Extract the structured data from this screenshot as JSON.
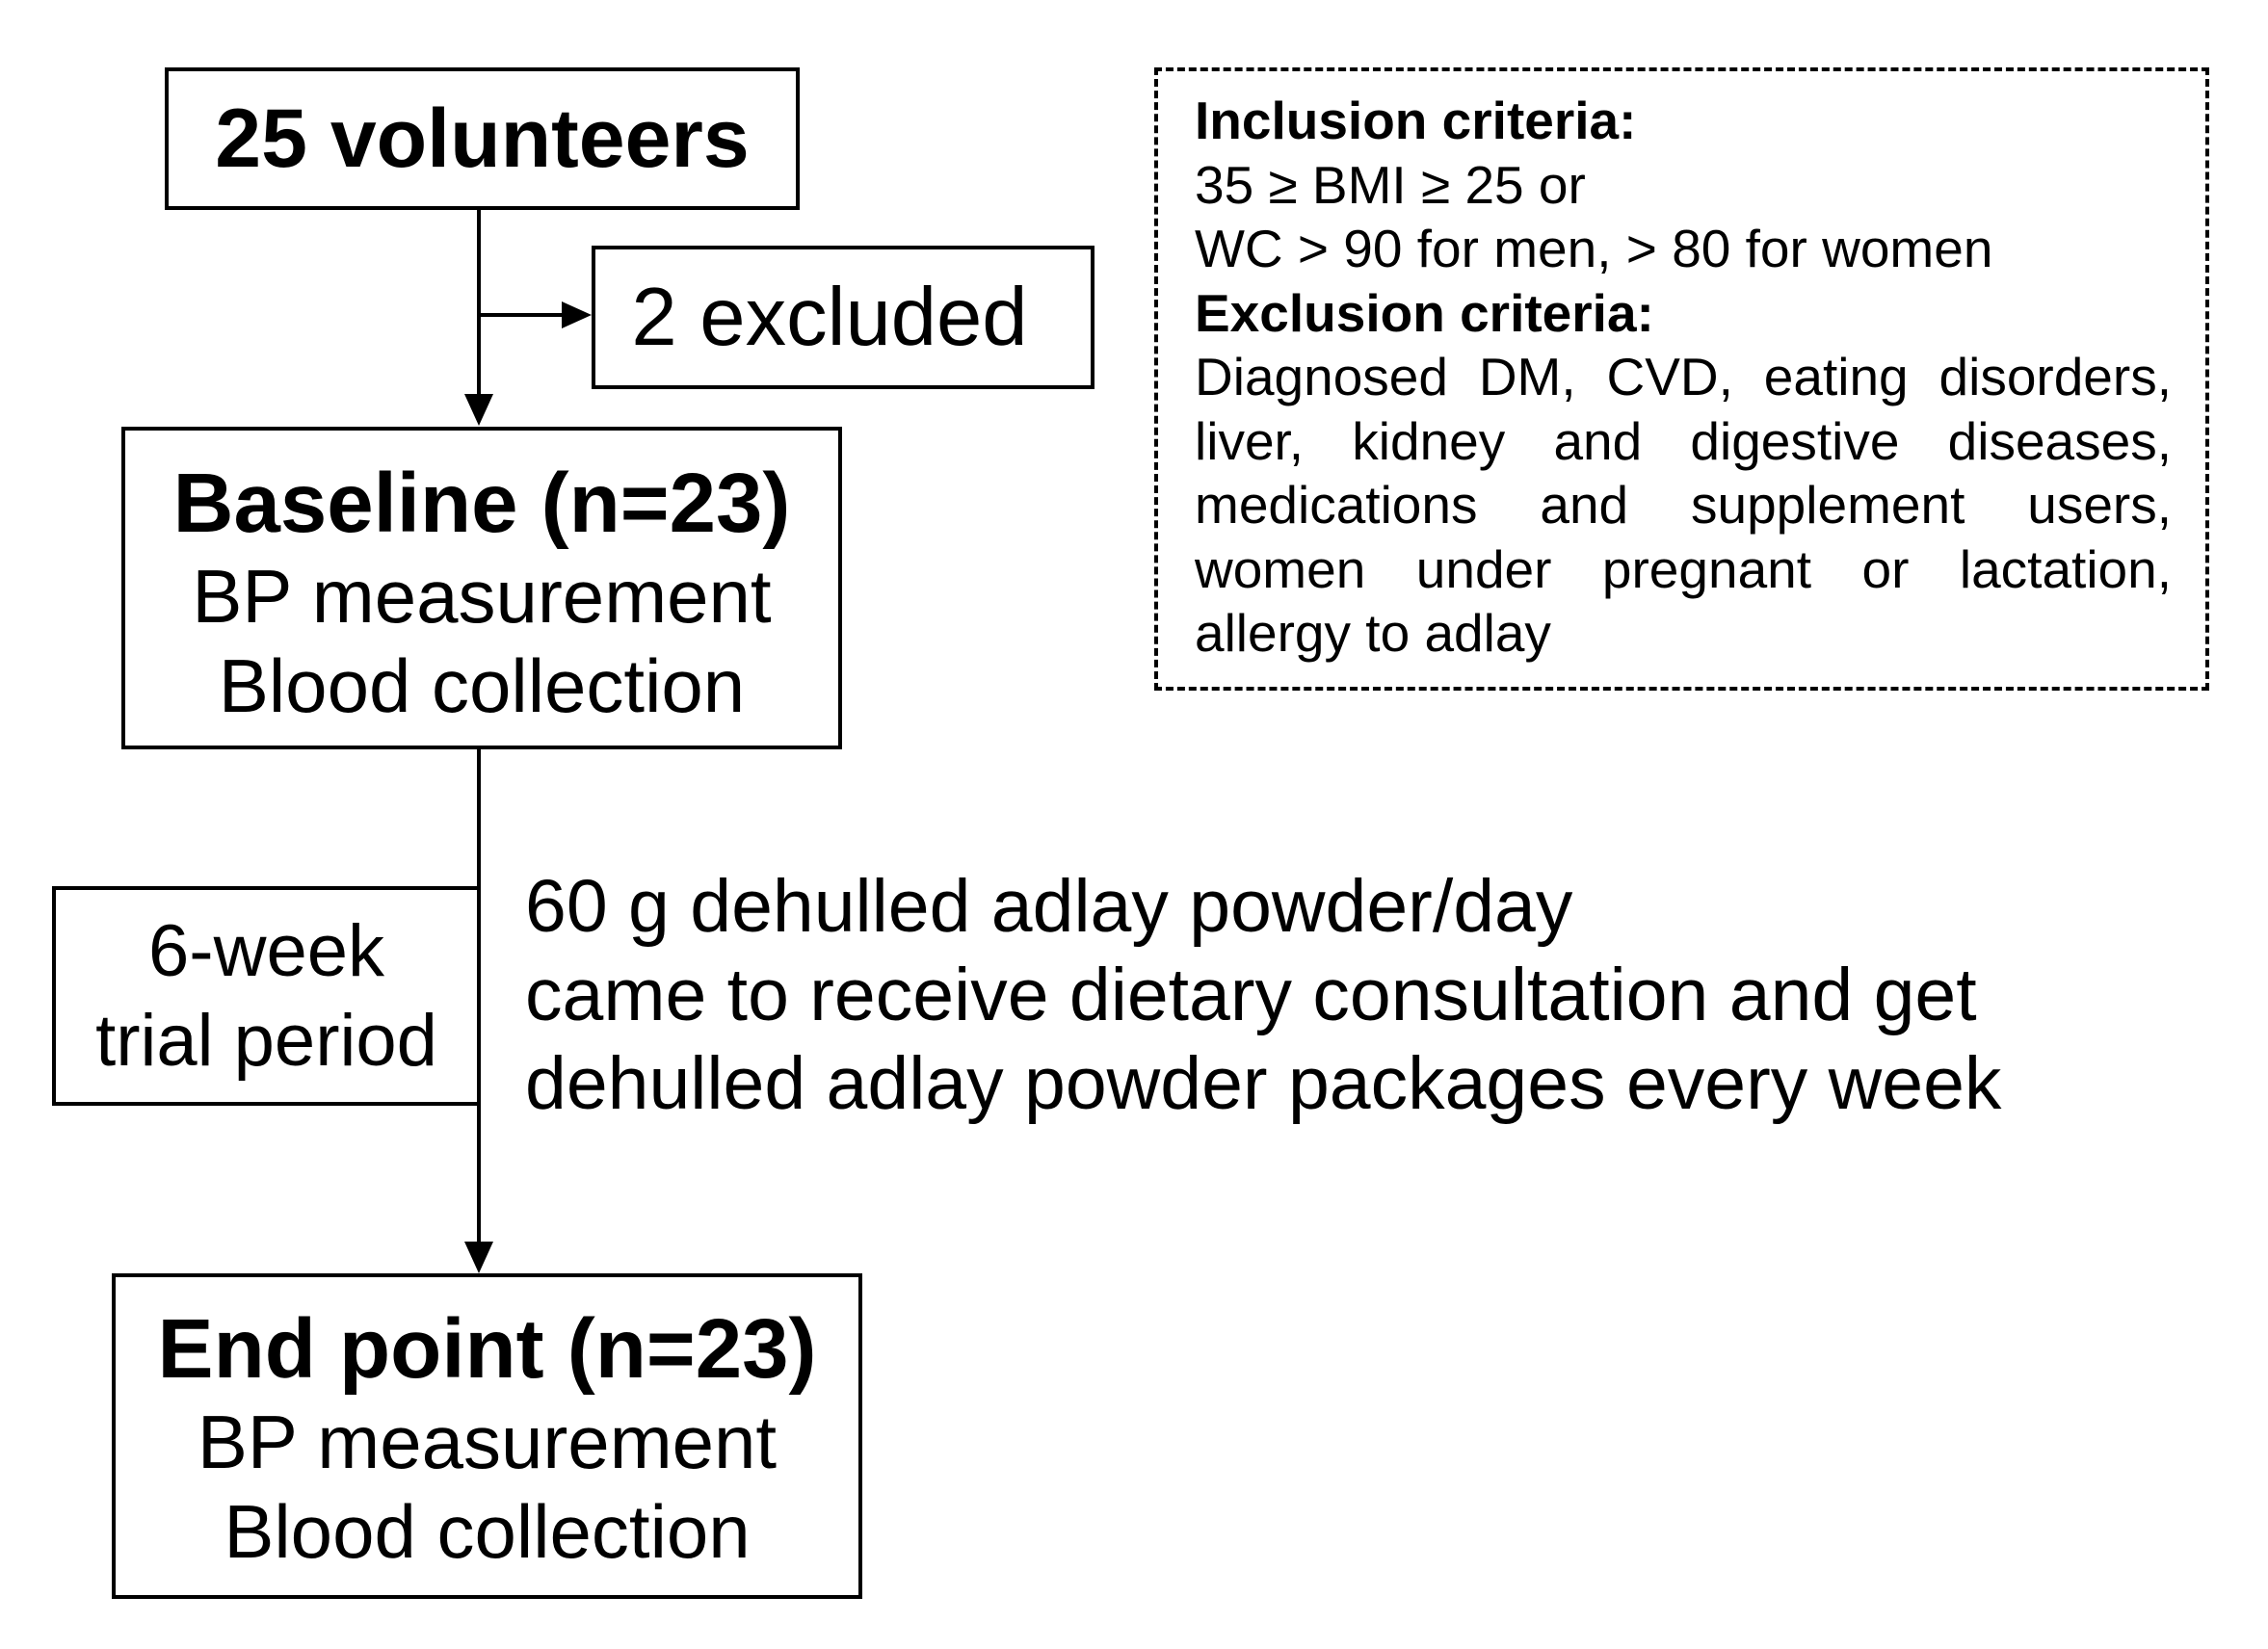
{
  "diagram": {
    "start_box": {
      "label": "25 volunteers"
    },
    "excluded_box": {
      "label": "2 excluded"
    },
    "baseline_box": {
      "title": "Baseline (n=23)",
      "lines": [
        "BP measurement",
        "Blood collection"
      ]
    },
    "trial_period_box": {
      "lines": [
        "6-week",
        "trial period"
      ]
    },
    "intervention_text": {
      "lines": [
        "60 g dehulled adlay powder/day",
        "came to receive dietary consultation and get",
        "dehulled adlay powder packages every week"
      ]
    },
    "end_point_box": {
      "title": "End point (n=23)",
      "lines": [
        "BP measurement",
        "Blood collection"
      ]
    },
    "criteria_box": {
      "inclusion_heading": "Inclusion criteria:",
      "inclusion_lines": [
        "35 ≥ BMI ≥ 25 or",
        "WC > 90 for men, > 80 for women"
      ],
      "exclusion_heading": "Exclusion criteria:",
      "exclusion_lines": [
        "Diagnosed DM, CVD, eating disorders,",
        "liver, kidney and digestive diseases,",
        "medications and supplement users,",
        "women under pregnant or lactation,",
        "allergy to adlay"
      ]
    }
  },
  "colors": {
    "background": "#ffffff",
    "line": "#000000",
    "text": "#000000"
  }
}
